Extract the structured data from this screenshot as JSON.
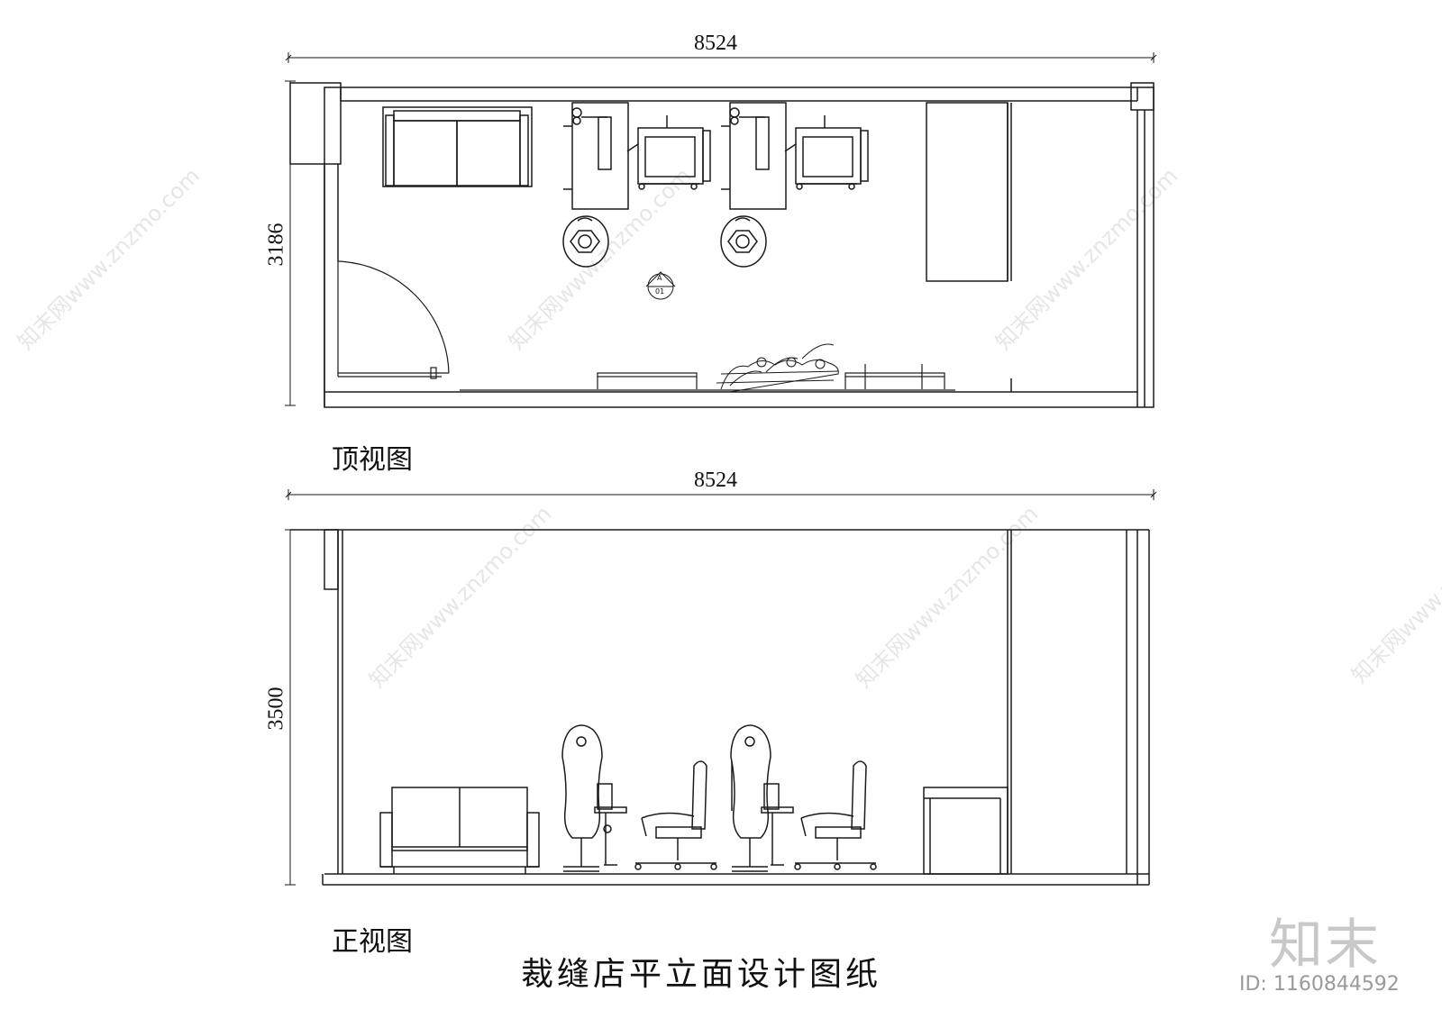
{
  "top_view": {
    "width_dim": "8524",
    "height_dim": "3186",
    "label": "顶视图",
    "section_marker": {
      "top": "A",
      "bottom": "01"
    }
  },
  "front_view": {
    "width_dim": "8524",
    "height_dim": "3500",
    "label": "正视图"
  },
  "drawing_title": "裁缝店平立面设计图纸",
  "watermark": {
    "site": "知末网www.znzmo.com",
    "logo": "知末",
    "id": "ID: 1160844592"
  },
  "colors": {
    "line": "#1a1a1a",
    "background": "#ffffff",
    "watermark": "#d8d8d8"
  }
}
